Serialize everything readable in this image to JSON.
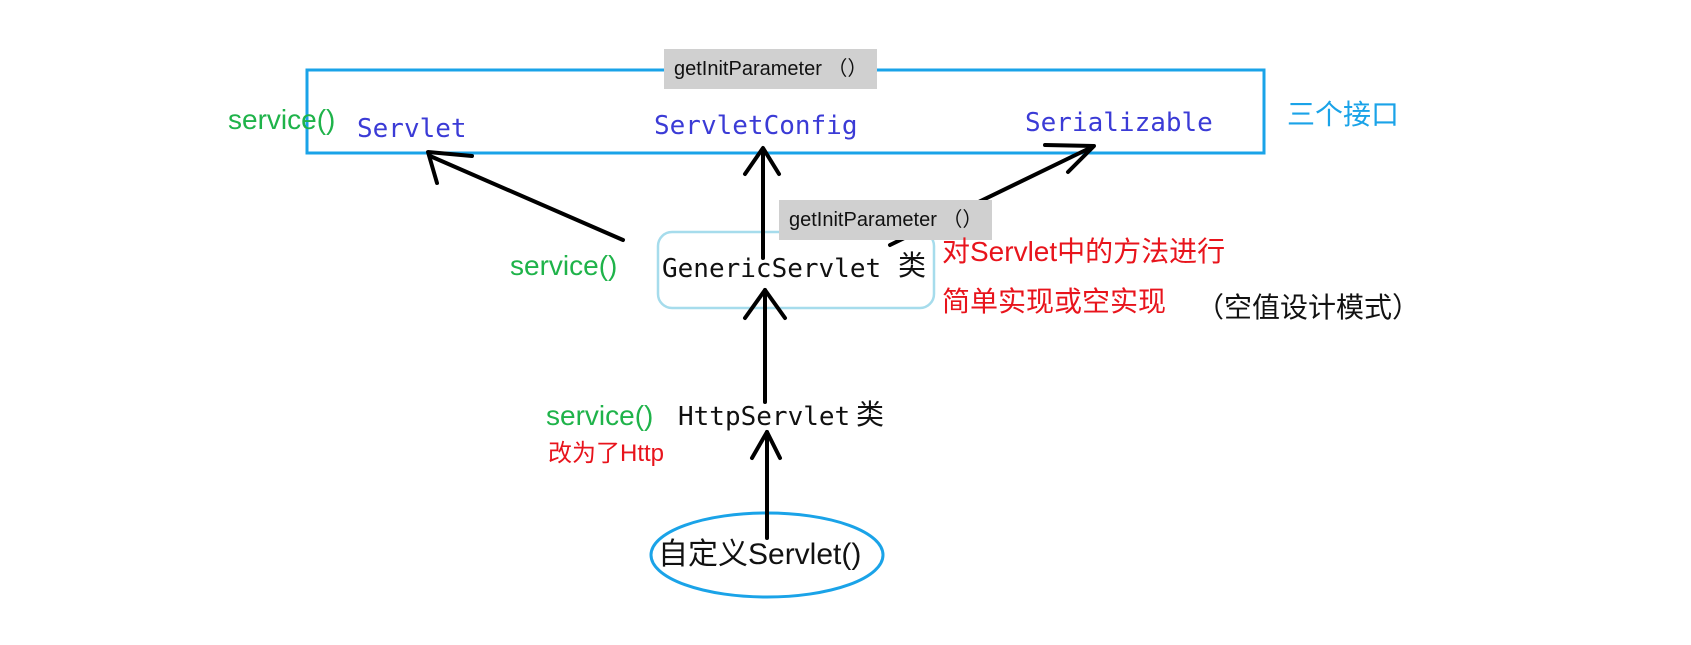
{
  "interfaces": {
    "servlet": "Servlet",
    "servlet_config": "ServletConfig",
    "serializable": "Serializable",
    "group_label": "三个接口",
    "service_label": "service()",
    "get_init_parameter": "getInitParameter （）"
  },
  "generic_servlet": {
    "name": "GenericServlet",
    "class_suffix": "类",
    "service_label": "service()",
    "get_init_parameter": "getInitParameter （）",
    "note_line1": "对Servlet中的方法进行",
    "note_line2": "简单实现或空实现",
    "note_pattern": "（空值设计模式）"
  },
  "http_servlet": {
    "name": "HttpServlet",
    "class_suffix": "类",
    "service_label": "service()",
    "note": "改为了Http"
  },
  "custom_servlet": {
    "label": "自定义Servlet()"
  },
  "colors": {
    "interface_box": "#1aa3e8",
    "generic_box": "#a6dcec",
    "ellipse": "#1aa3e8",
    "arrow": "#000000",
    "interface_text": "#3b3bd6",
    "service_text": "#1fb34a",
    "note_text": "#e8141c"
  }
}
